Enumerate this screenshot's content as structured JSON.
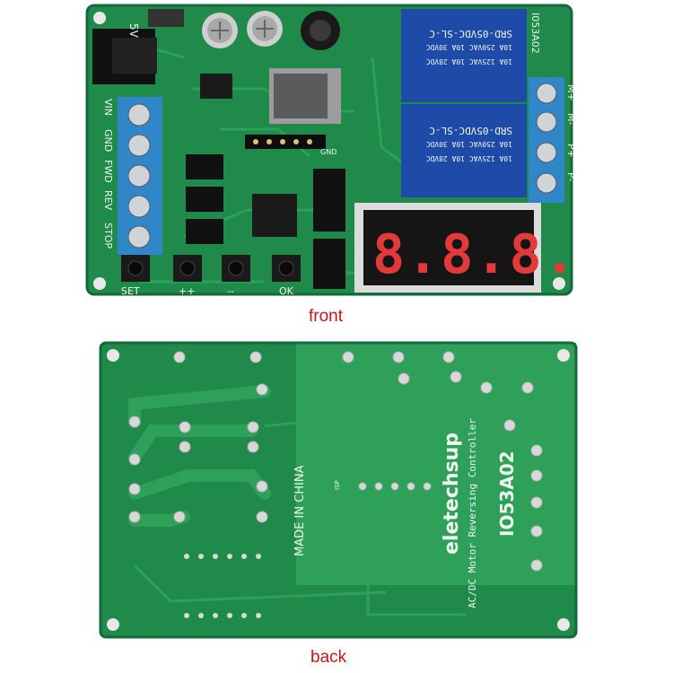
{
  "captions": {
    "front": "front",
    "back": "back"
  },
  "front_board": {
    "voltage_mark": "5V",
    "model_mark": "I053A02",
    "relay_text_line1": "SRD-05VDC-SL-C",
    "relay_text_line2": "10A 250VAC  10A 30VDC",
    "relay_text_line3": "10A 125VAC  10A 28VDC",
    "terminals_left": [
      "VIN",
      "GND",
      "FWD",
      "REV",
      "STOP"
    ],
    "terminals_right": [
      "M+",
      "M-",
      "P+",
      "P-"
    ],
    "header_label": "GND",
    "buttons": [
      "SET",
      "++",
      "--",
      "OK"
    ],
    "display_digits": "8.8.8.8."
  },
  "back_board": {
    "brand": "eletechsup",
    "product": "AC/DC Motor Reversing Controller",
    "model": "IO53A02",
    "origin": "MADE IN CHINA",
    "isp_label": "ISP"
  },
  "colors": {
    "pcb": "#1f8a4a",
    "pcb_light": "#2ea05a",
    "relay": "#1e4aa8",
    "terminal": "#2f86c9",
    "display_digit": "#e23a3a"
  }
}
